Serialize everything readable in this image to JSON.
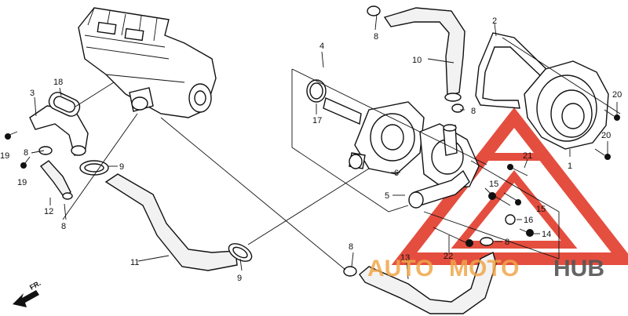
{
  "diagram": {
    "part_numbers": {
      "p1": "1",
      "p2": "2",
      "p3": "3",
      "p4": "4",
      "p5": "5",
      "p6": "6",
      "p8a": "8",
      "p8b": "8",
      "p8c": "8",
      "p8d": "8",
      "p8e": "8",
      "p8f": "8",
      "p9a": "9",
      "p9b": "9",
      "p10": "10",
      "p11": "11",
      "p12": "12",
      "p13": "13",
      "p14": "14",
      "p15a": "15",
      "p15b": "15",
      "p16": "16",
      "p17": "17",
      "p18": "18",
      "p19a": "19",
      "p19b": "19",
      "p20a": "20",
      "p20b": "20",
      "p21": "21",
      "p22": "22"
    },
    "direction_label": "FR.",
    "watermark": {
      "part1": "AUTO",
      "part2": "MOTO",
      "part3": "HUB"
    },
    "colors": {
      "line": "#111111",
      "watermark_red": "#e0301e",
      "watermark_orange": "#f0a64a",
      "watermark_gray": "#555555"
    }
  }
}
